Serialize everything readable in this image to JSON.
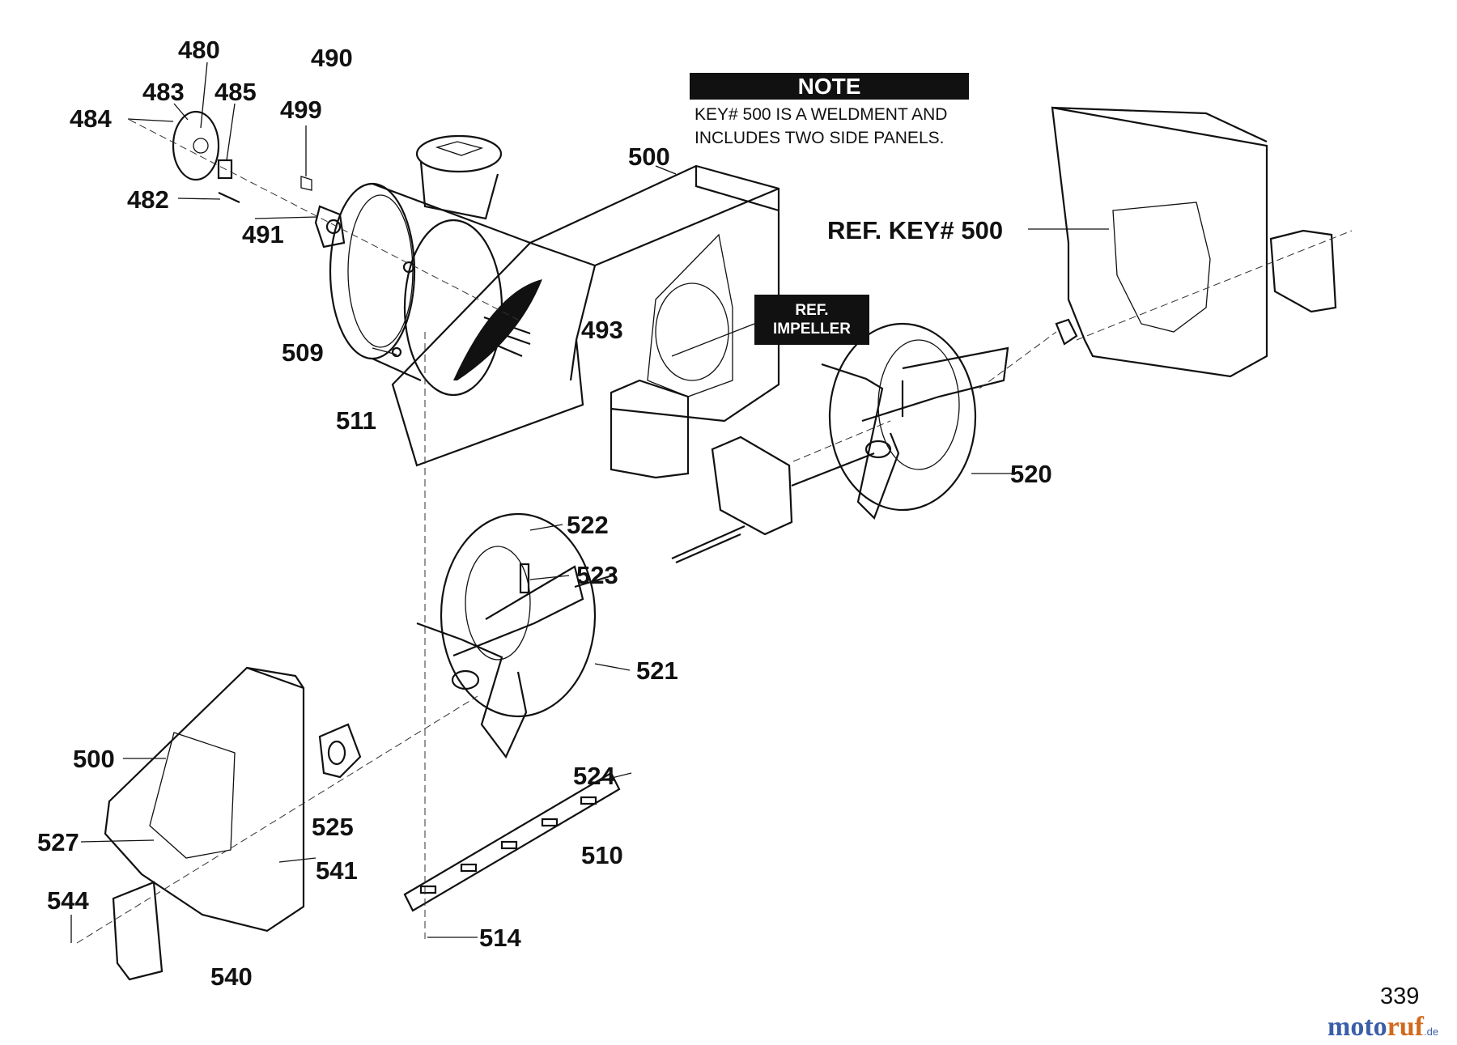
{
  "note": {
    "title": "NOTE",
    "line1": "KEY# 500 IS A WELDMENT AND",
    "line2": "INCLUDES TWO SIDE PANELS."
  },
  "ref_impeller": {
    "line1": "REF.",
    "line2": "IMPELLER"
  },
  "labels": {
    "l480": "480",
    "l483": "483",
    "l485": "485",
    "l484": "484",
    "l490": "490",
    "l499": "499",
    "l482": "482",
    "l491": "491",
    "l500_top": "500",
    "l_refkey": "REF. KEY# 500",
    "l509": "509",
    "l493": "493",
    "l511": "511",
    "l520": "520",
    "l522": "522",
    "l523": "523",
    "l521": "521",
    "l500_bottom": "500",
    "l524": "524",
    "l525": "525",
    "l527": "527",
    "l510": "510",
    "l541": "541",
    "l544": "544",
    "l514": "514",
    "l540": "540"
  },
  "page_number": "339",
  "watermark": {
    "part1": "moto",
    "part2": "ruf",
    "part3": ".de"
  }
}
